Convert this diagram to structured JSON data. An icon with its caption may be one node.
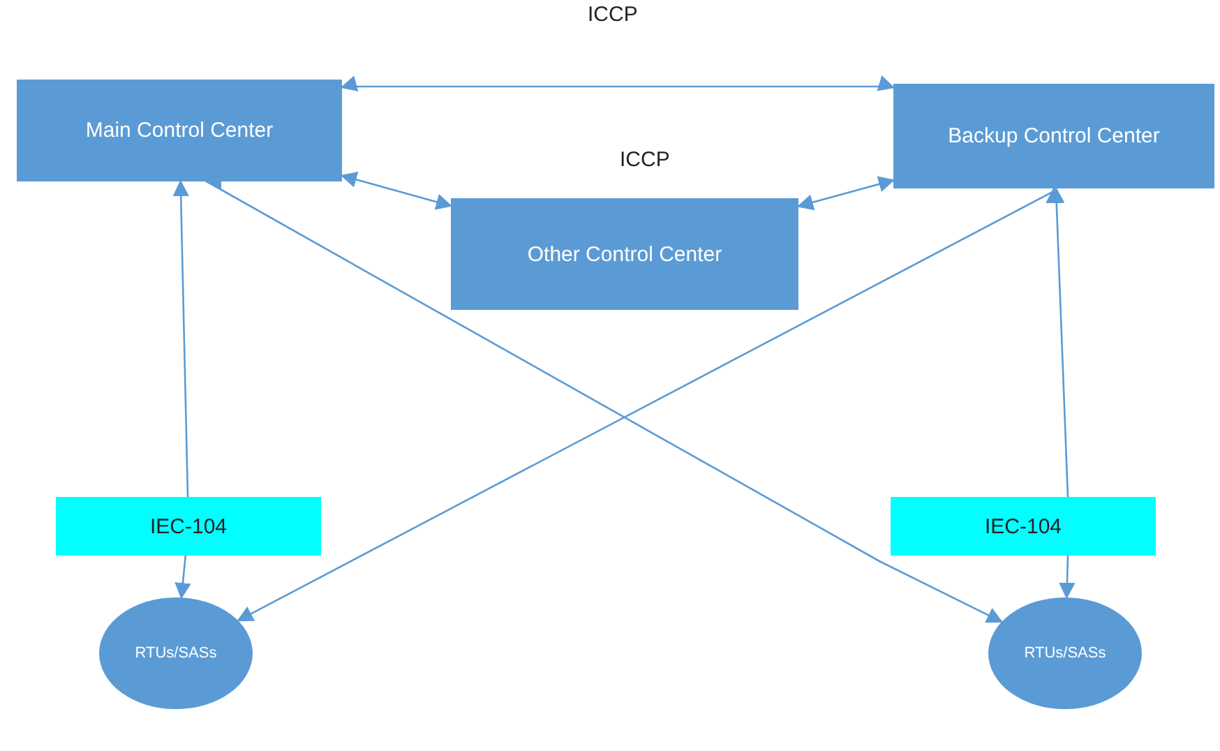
{
  "diagram": {
    "nodes": [
      {
        "text": [
          "Main Control Center"
        ]
      },
      {
        "text": [
          "Backup Control Center"
        ]
      },
      {
        "text": [
          "Other Control Center"
        ]
      },
      {
        "text": [
          "IEC-104"
        ]
      },
      {
        "text": [
          "IEC-104"
        ]
      },
      {
        "text": [
          "RTUs/SASs"
        ]
      },
      {
        "text": [
          "RTUs/SASs"
        ]
      }
    ],
    "edges": [
      {
        "from": 0,
        "to": 1,
        "arrow": "both",
        "label": "ICCP"
      },
      {
        "from": 0,
        "to": 2,
        "arrow": "both"
      },
      {
        "from": 1,
        "to": 2,
        "arrow": "both"
      },
      {
        "from": 3,
        "to": 0,
        "arrow": "to"
      },
      {
        "from": 3,
        "to": 5,
        "arrow": "to"
      },
      {
        "from": 4,
        "to": 1,
        "arrow": "to"
      },
      {
        "from": 4,
        "to": 6,
        "arrow": "to"
      },
      {
        "from": 0,
        "to": 6,
        "arrow": "both"
      },
      {
        "from": 1,
        "to": 5,
        "arrow": "both"
      }
    ],
    "labels": [
      "ICCP"
    ]
  }
}
